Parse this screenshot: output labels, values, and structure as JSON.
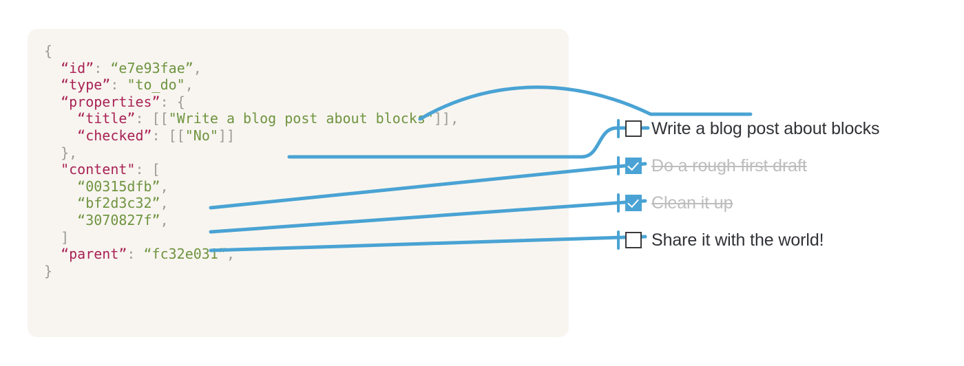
{
  "code_panel": {
    "background_color": "#f8f5f0",
    "syntax_colors": {
      "key": "#a82255",
      "string": "#6f9440",
      "punctuation": "#9b9b93"
    },
    "lines": [
      {
        "indent": 0,
        "punct_open": "{"
      },
      {
        "indent": 1,
        "key": "“id”",
        "colon": ": ",
        "value": "“e7e93fae”",
        "trail": ","
      },
      {
        "indent": 1,
        "key": "“type”",
        "colon": ": ",
        "value": "\"to_do\"",
        "trail": ","
      },
      {
        "indent": 1,
        "key": "“properties”",
        "colon": ": ",
        "punct_open": "{"
      },
      {
        "indent": 2,
        "key": "“title”",
        "colon": ": ",
        "pre": "[[",
        "value": "\"Write a blog post about blocks\"",
        "post": "]]",
        "trail": ","
      },
      {
        "indent": 2,
        "key": "“checked”",
        "colon": ": ",
        "pre": "[[",
        "value": "\"No\"",
        "post": "]]"
      },
      {
        "indent": 1,
        "punct_open": "},"
      },
      {
        "indent": 1,
        "key": "\"content\"",
        "colon": ": ",
        "punct_open": "["
      },
      {
        "indent": 2,
        "value": "“00315dfb”",
        "trail": ","
      },
      {
        "indent": 2,
        "value": "“bf2d3c32”",
        "trail": ","
      },
      {
        "indent": 2,
        "value": "“3070827f”",
        "trail": ","
      },
      {
        "indent": 1,
        "punct_open": "]"
      },
      {
        "indent": 1,
        "key": "“parent”",
        "colon": ": ",
        "value": "“fc32e031”",
        "trail": ","
      },
      {
        "indent": 0,
        "punct_open": "}"
      }
    ]
  },
  "checklist": {
    "accent_color": "#4aa3d4",
    "items": [
      {
        "label": "Write a blog post about blocks",
        "checked": false
      },
      {
        "label": "Do a rough first draft",
        "checked": true
      },
      {
        "label": "Clean it up",
        "checked": true
      },
      {
        "label": "Share it with the world!",
        "checked": false
      }
    ]
  },
  "connectors": {
    "color": "#4aa3d4",
    "description": "Blue lines linking JSON fields to the rendered to-do checklist"
  }
}
